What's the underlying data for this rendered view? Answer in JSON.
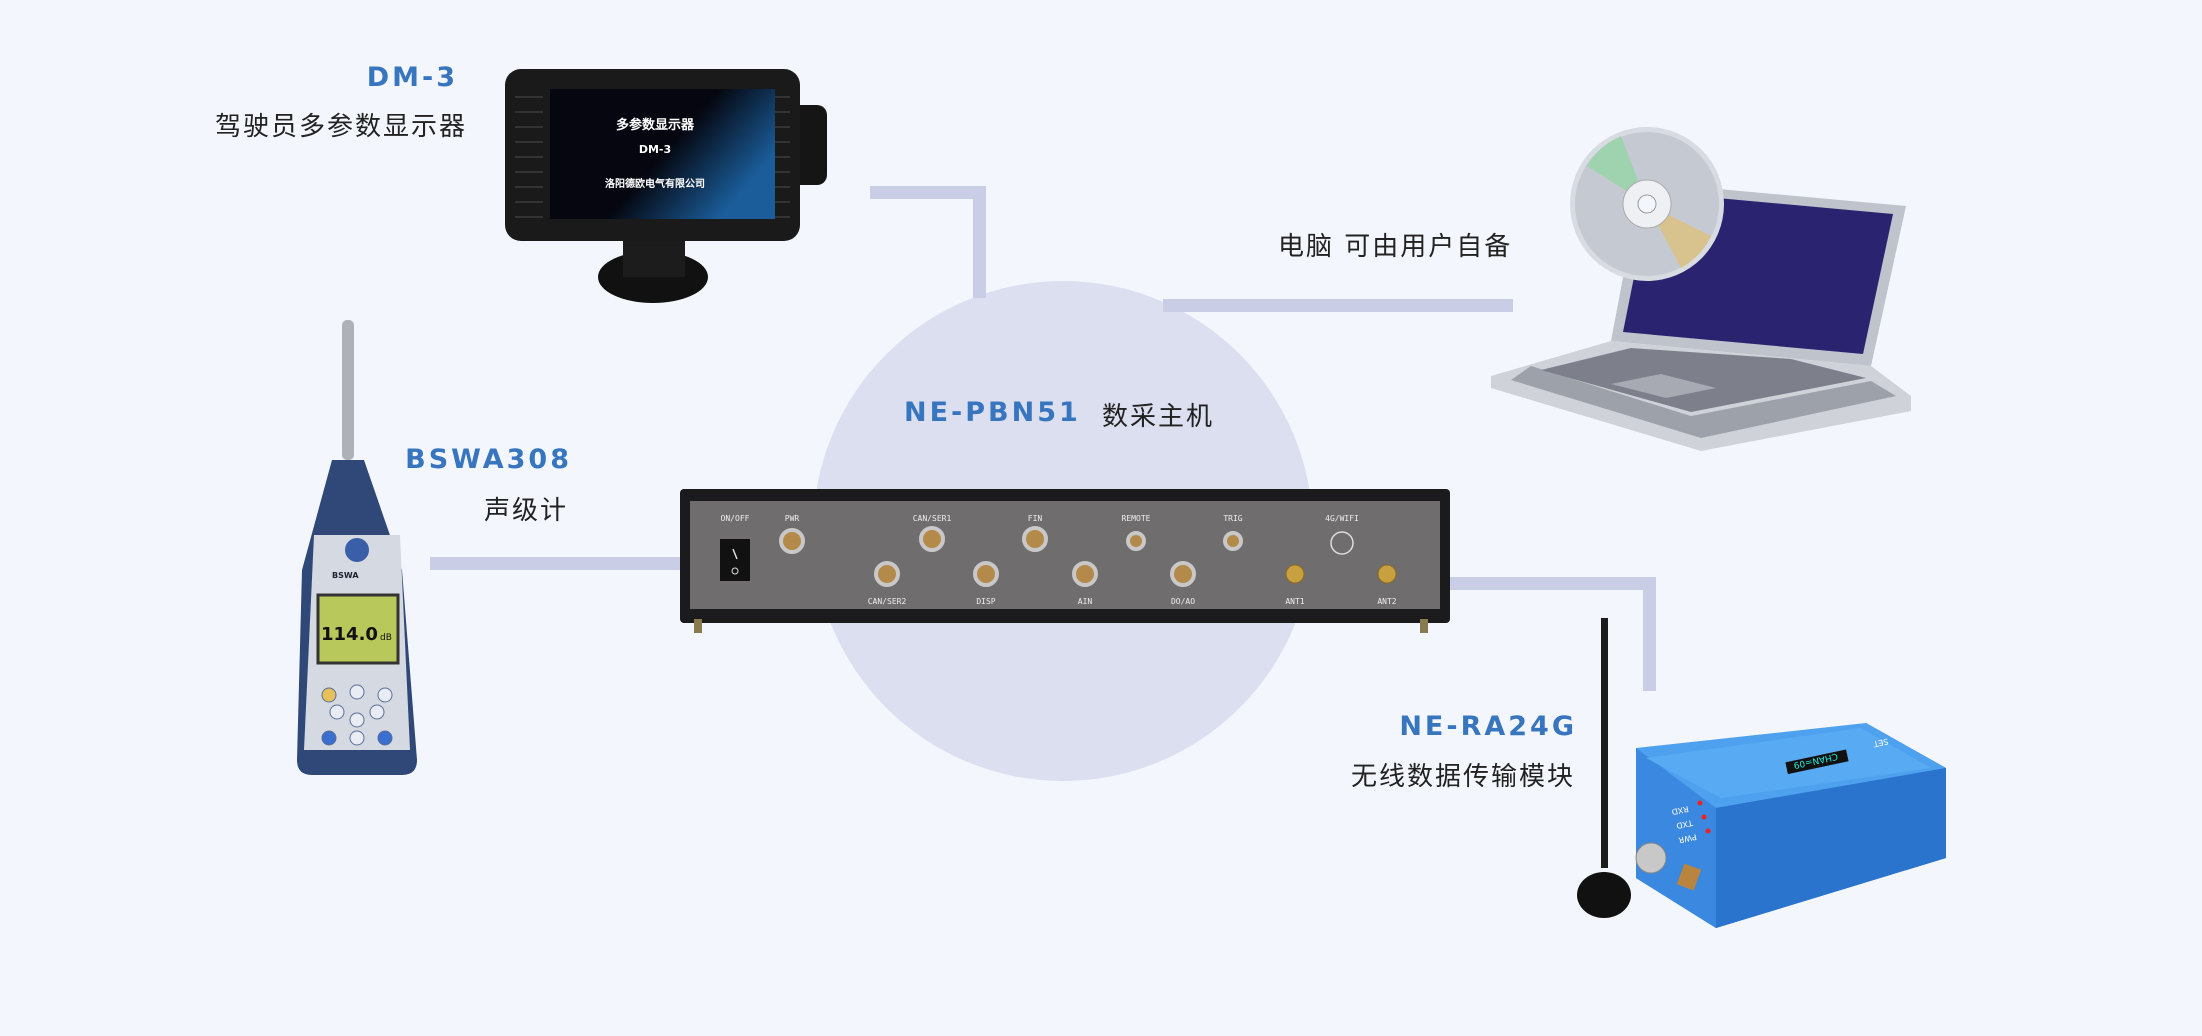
{
  "center": {
    "model": "NE-PBN51",
    "description": "数采主机",
    "ports": [
      "ON/OFF",
      "PWR",
      "CAN/SER1",
      "FIN",
      "REMOTE",
      "TRIG",
      "4G/WIFI",
      "CAN/SER2",
      "DISP",
      "AIN",
      "DO/AO",
      "ANT1",
      "ANT2"
    ]
  },
  "display": {
    "model": "DM-3",
    "description": "驾驶员多参数显示器",
    "screen_lines": [
      "多参数显示器",
      "DM-3",
      "洛阳德欧电气有限公司"
    ]
  },
  "computer": {
    "description": "电脑 可由用户自备"
  },
  "sound_meter": {
    "model": "BSWA308",
    "description": "声级计",
    "brand": "BSWA",
    "reading": "114.0",
    "unit": "dB"
  },
  "wireless": {
    "model": "NE-RA24G",
    "description": "无线数据传输模块",
    "leds": [
      "RXD",
      "TXD",
      "PWR"
    ],
    "screen": "CHAN=09",
    "button": "SET"
  },
  "colors": {
    "background": "#f3f7fd",
    "accent": "#3775bf",
    "connector": "#c9cde6",
    "hub_circle": "#dcdff0",
    "module": "#3c8fe0"
  }
}
